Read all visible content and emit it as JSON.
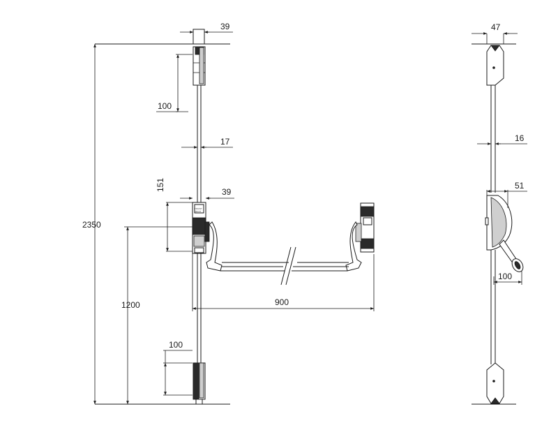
{
  "dimensions": {
    "top_width": "39",
    "top_lock_height": "100",
    "rod_width": "17",
    "mid_height": "151",
    "mid_width": "39",
    "total_height": "2350",
    "handle_height": "1200",
    "bar_length": "900",
    "bottom_lock_height": "100",
    "side_width": "47",
    "side_rod_width": "16",
    "side_case_depth": "51",
    "side_bar_projection": "100"
  },
  "colors": {
    "line": "#1a1a1a",
    "dark_fill": "#2a2a2a",
    "grey_fill": "#cfcfcf",
    "background": "#ffffff"
  }
}
